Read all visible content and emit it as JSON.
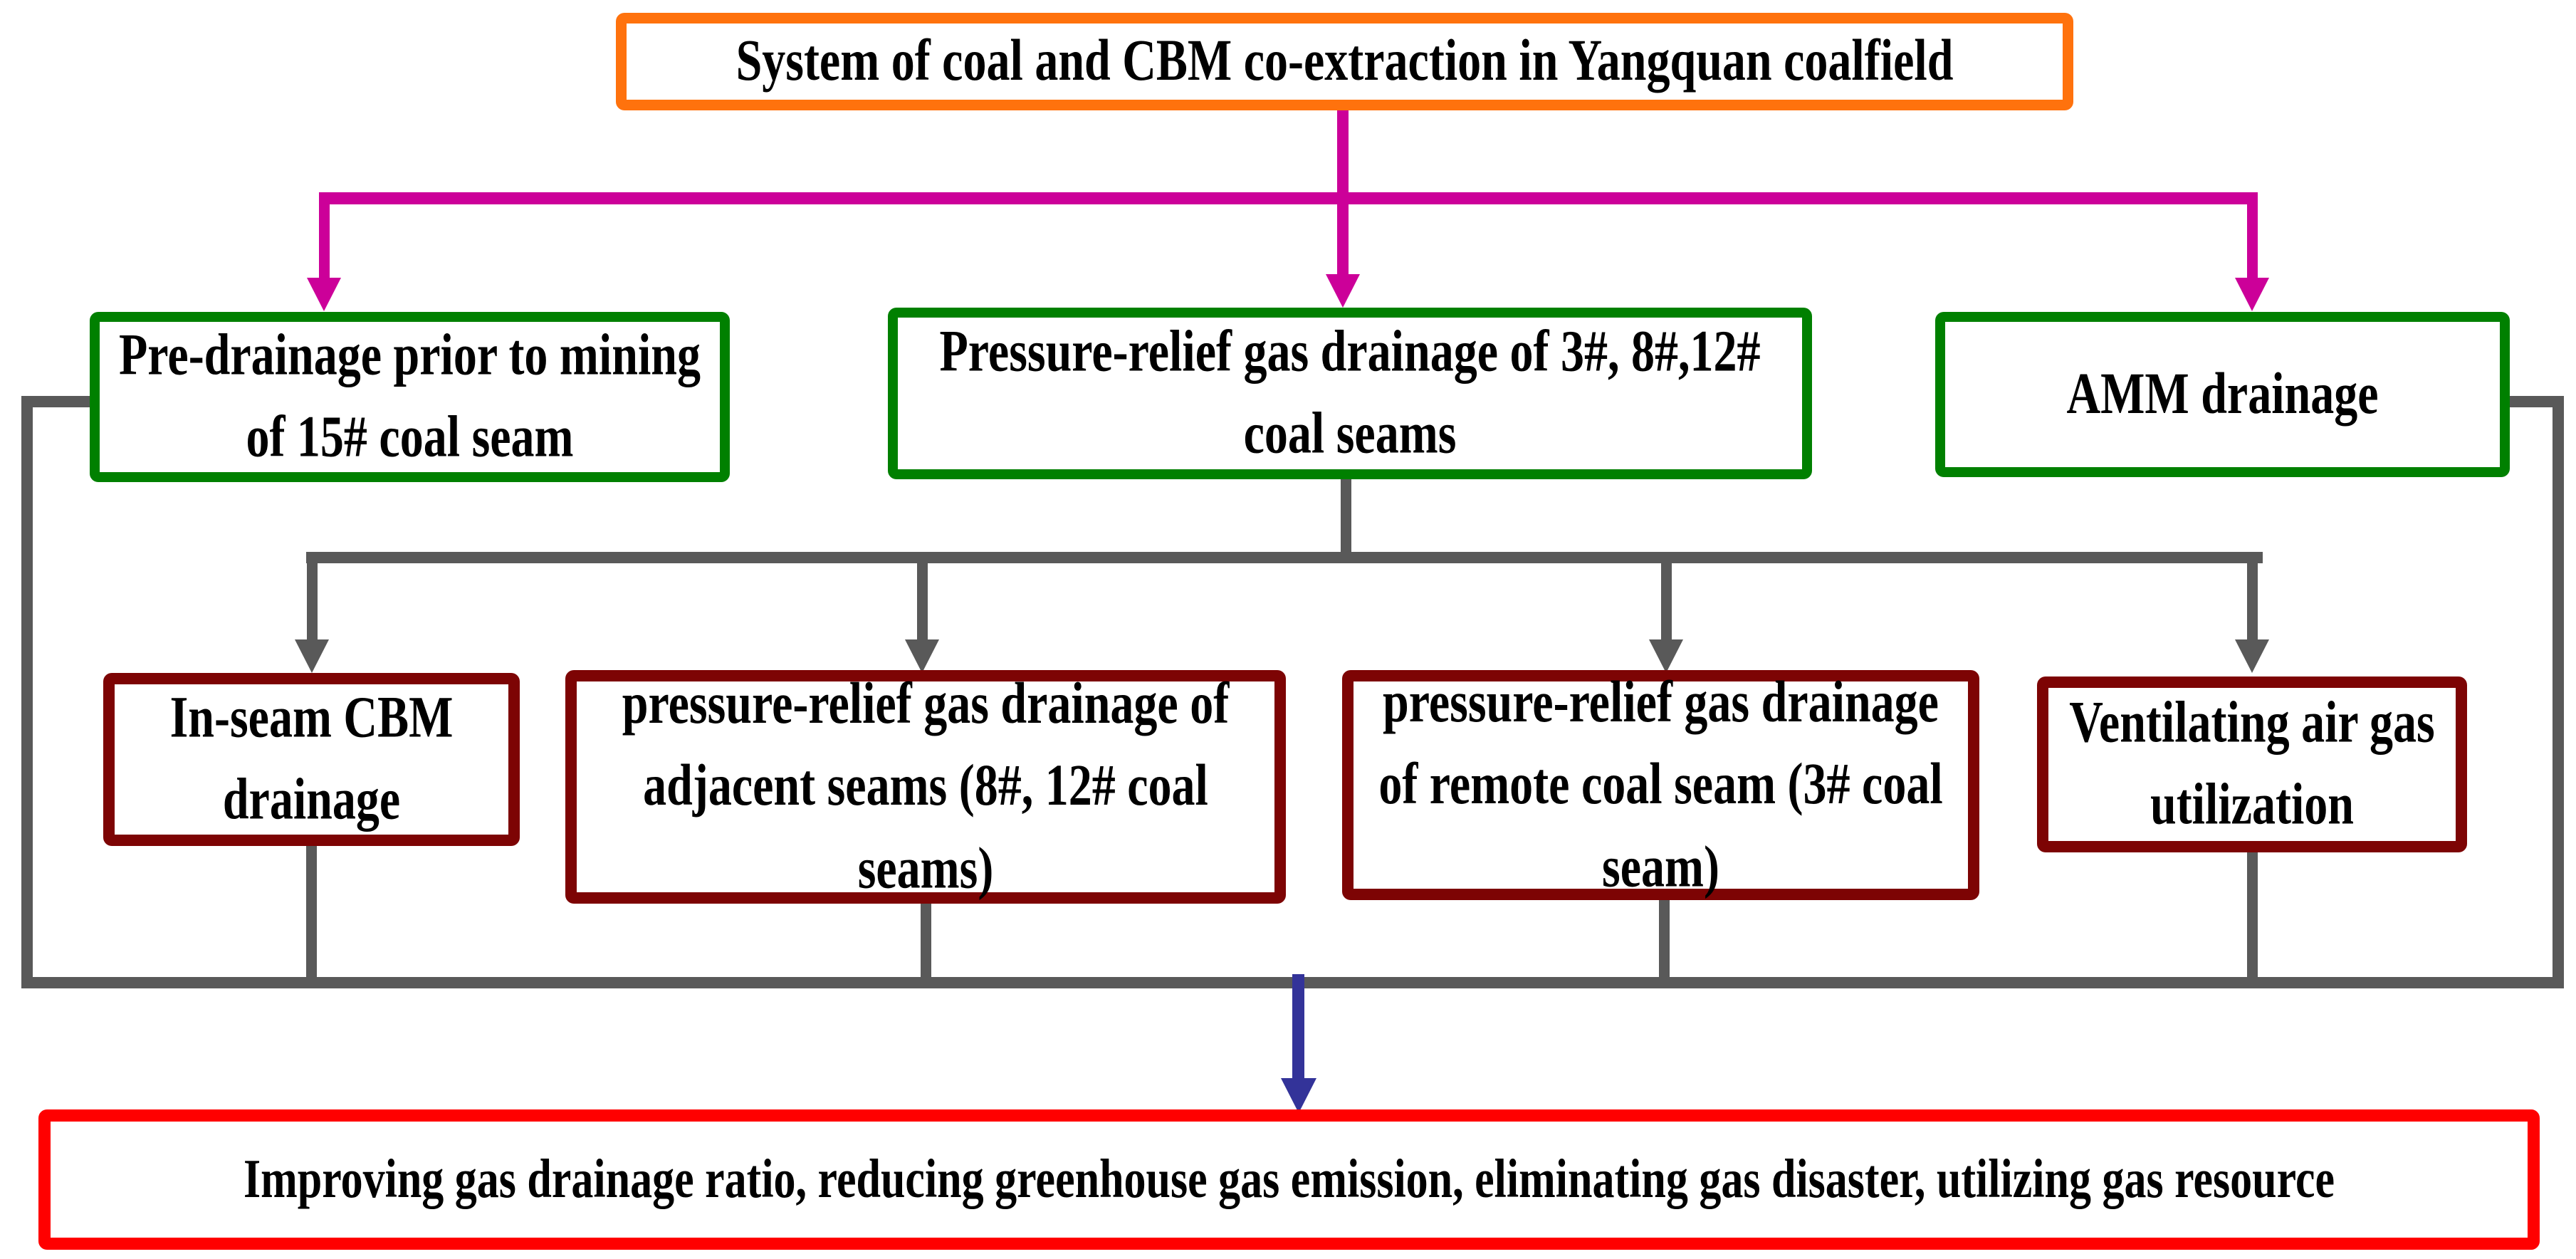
{
  "diagram": {
    "title": "System of coal and CBM co-extraction in Yangquan coalfield",
    "level1_boxes": [
      {
        "id": "pre-drainage",
        "label": "Pre-drainage prior to mining of 15# coal seam"
      },
      {
        "id": "pressure-relief",
        "label": "Pressure-relief gas drainage of 3#, 8#,12# coal seams"
      },
      {
        "id": "amm-drainage",
        "label": "AMM drainage"
      }
    ],
    "level2_boxes": [
      {
        "id": "in-seam-cbm",
        "label": "In-seam CBM drainage"
      },
      {
        "id": "adjacent-seams",
        "label": "pressure-relief gas drainage of adjacent seams (8#, 12# coal seams)"
      },
      {
        "id": "remote-seam",
        "label": "pressure-relief gas drainage of remote coal seam (3# coal seam)"
      },
      {
        "id": "ventilating-air",
        "label": "Ventilating air gas utilization"
      }
    ],
    "outcome": "Improving gas drainage ratio, reducing greenhouse gas emission, eliminating gas disaster, utilizing gas resource"
  },
  "colors": {
    "orange": "#FF720D",
    "magenta": "#CC0099",
    "green": "#008000",
    "dark_red": "#7D0404",
    "red": "#FF0000",
    "gray": "#595959",
    "blue": "#333399",
    "text": "#000000",
    "background": "#FFFFFF"
  }
}
